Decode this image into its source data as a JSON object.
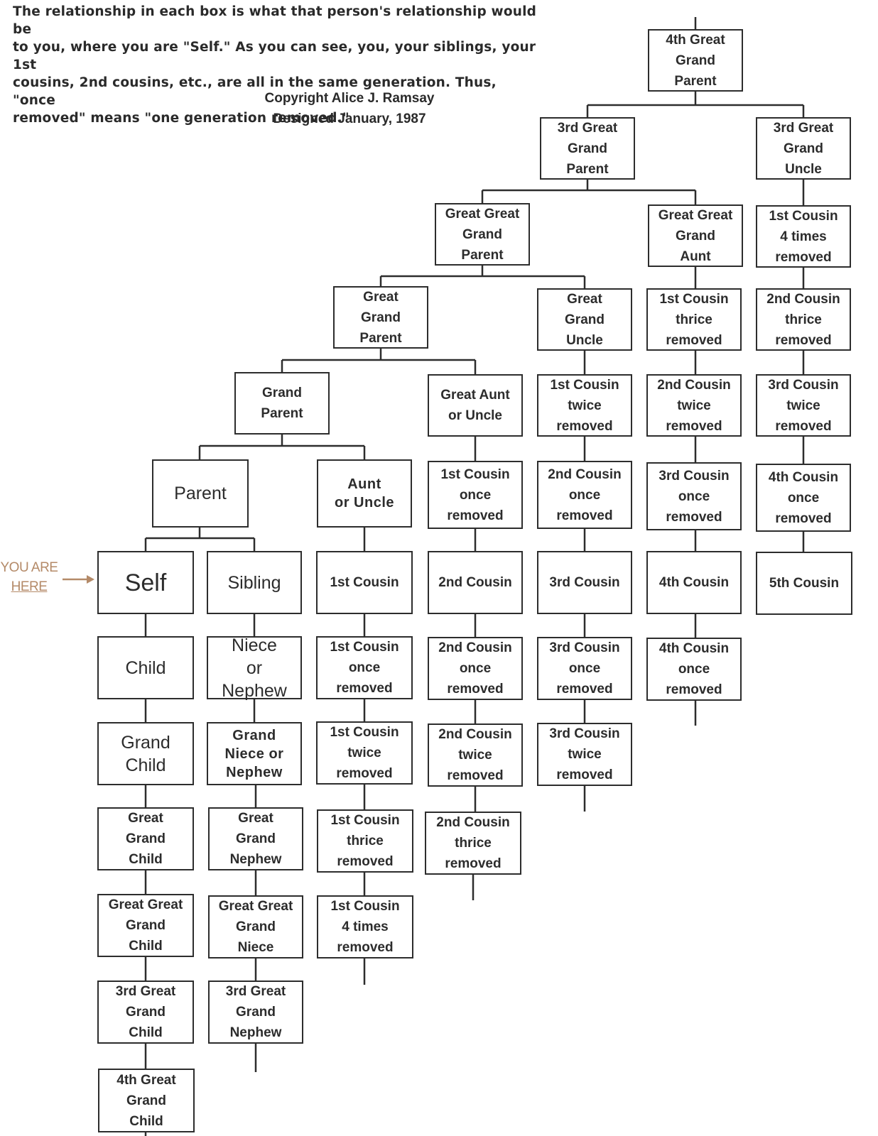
{
  "intro": {
    "lines": [
      "The relationship in each box is what that person's relationship would be",
      "to you, where you are \"Self.\"  As you can see, you, your siblings, your 1st",
      "cousins, 2nd cousins, etc., are all in the same generation.  Thus, \"once",
      "removed\" means \"one generation removed.\""
    ]
  },
  "copyright": {
    "lines": [
      "Copyright Alice J. Ramsay",
      "Designed January, 1987"
    ]
  },
  "marker": {
    "lines": [
      "YOU ARE",
      "HERE"
    ],
    "arrow": "arrow-right-icon",
    "color": "#b48a68"
  },
  "boxes": {
    "g4_parent": [
      "4th Great",
      "Grand",
      "Parent"
    ],
    "g3_parent": [
      "3rd Great",
      "Grand",
      "Parent"
    ],
    "g3_uncle": [
      "3rd Great",
      "Grand",
      "Uncle"
    ],
    "gg_parent": [
      "Great Great",
      "Grand",
      "Parent"
    ],
    "gg_aunt": [
      "Great Great",
      "Grand",
      "Aunt"
    ],
    "c1_4x_up": [
      "1st Cousin",
      "4 times",
      "removed"
    ],
    "g_parent": [
      "Great",
      "Grand",
      "Parent"
    ],
    "g_uncle": [
      "Great",
      "Grand",
      "Uncle"
    ],
    "c1_3x_up": [
      "1st Cousin",
      "thrice",
      "removed"
    ],
    "c2_3x_up": [
      "2nd Cousin",
      "thrice",
      "removed"
    ],
    "grandparent": [
      "Grand",
      "Parent"
    ],
    "great_aunt": [
      "Great Aunt",
      "or Uncle"
    ],
    "c1_2x_up": [
      "1st Cousin",
      "twice",
      "removed"
    ],
    "c2_2x_up": [
      "2nd Cousin",
      "twice",
      "removed"
    ],
    "c3_2x_up": [
      "3rd Cousin",
      "twice",
      "removed"
    ],
    "parent": [
      "Parent"
    ],
    "aunt": [
      "Aunt",
      "or Uncle"
    ],
    "c1_1x_up": [
      "1st Cousin",
      "once",
      "removed"
    ],
    "c2_1x_up": [
      "2nd Cousin",
      "once",
      "removed"
    ],
    "c3_1x_up": [
      "3rd Cousin",
      "once",
      "removed"
    ],
    "c4_1x_up": [
      "4th Cousin",
      "once",
      "removed"
    ],
    "self": [
      "Self"
    ],
    "sibling": [
      "Sibling"
    ],
    "c1": [
      "1st Cousin"
    ],
    "c2": [
      "2nd Cousin"
    ],
    "c3": [
      "3rd Cousin"
    ],
    "c4": [
      "4th Cousin"
    ],
    "c5": [
      "5th Cousin"
    ],
    "child": [
      "Child"
    ],
    "niece": [
      "Niece",
      "or",
      "Nephew"
    ],
    "c1_1x_dn": [
      "1st Cousin",
      "once",
      "removed"
    ],
    "c2_1x_dn": [
      "2nd Cousin",
      "once",
      "removed"
    ],
    "c3_1x_dn": [
      "3rd Cousin",
      "once",
      "removed"
    ],
    "c4_1x_dn": [
      "4th Cousin",
      "once",
      "removed"
    ],
    "grandchild": [
      "Grand",
      "Child"
    ],
    "grandniece": [
      "Grand",
      "Niece or",
      "Nephew"
    ],
    "c1_2x_dn": [
      "1st Cousin",
      "twice",
      "removed"
    ],
    "c2_2x_dn": [
      "2nd Cousin",
      "twice",
      "removed"
    ],
    "c3_2x_dn": [
      "3rd Cousin",
      "twice",
      "removed"
    ],
    "ggchild": [
      "Great",
      "Grand",
      "Child"
    ],
    "ggnephew": [
      "Great",
      "Grand",
      "Nephew"
    ],
    "c1_3x_dn": [
      "1st Cousin",
      "thrice",
      "removed"
    ],
    "c2_3x_dn": [
      "2nd Cousin",
      "thrice",
      "removed"
    ],
    "gggchild": [
      "Great Great",
      "Grand",
      "Child"
    ],
    "gggniece": [
      "Great Great",
      "Grand",
      "Niece"
    ],
    "c1_4x_dn": [
      "1st Cousin",
      "4 times",
      "removed"
    ],
    "g3_child": [
      "3rd Great",
      "Grand",
      "Child"
    ],
    "g3_nephew": [
      "3rd Great",
      "Grand",
      "Nephew"
    ],
    "g4_child": [
      "4th Great",
      "Grand",
      "Child"
    ]
  }
}
